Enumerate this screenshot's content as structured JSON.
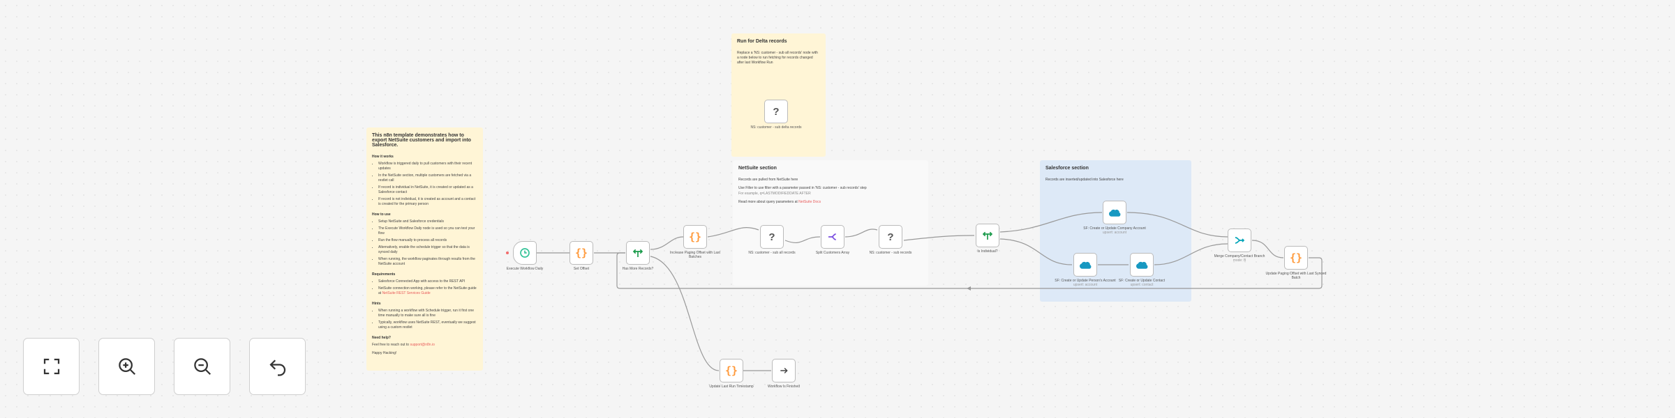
{
  "stickies": {
    "intro": {
      "title": "This n8n template demonstrates how to export NetSuite customers and import into Salesforce.",
      "how_title": "How it works",
      "how": [
        "Workflow is triggered daily to pull customers with their recent updates",
        "In the NetSuite section, multiple customers are fetched via a restlet call",
        "If record is individual in NetSuite, it is created or updated as a Salesforce contact",
        "If record is not individual, it is created as account and a contact is created for the primary person"
      ],
      "setup_title": "How to use",
      "setup": [
        "Setup NetSuite and Salesforce credentials",
        "The Execute Workflow Daily node is used so you can test your flow",
        "Run the flow manually to process all records",
        "Alternatively, enable the schedule trigger so that the data is synced daily",
        "When running, the workflow paginates through results from the NetSuite account"
      ],
      "req_title": "Requirements",
      "req": [
        "Salesforce Connected App with access to the REST API",
        "NetSuite connection working, please refer to the NetSuite guide at"
      ],
      "req_link": "NetSuite REST Services Guide",
      "tips_title": "Hints",
      "tips": [
        "When running a workflow with Schedule trigger, run it first one time manually to make sure all is fine",
        "Typically, workflow uses NetSuite REST, eventually we suggest using a custom restlet"
      ],
      "help_title": "Need help?",
      "help_text": "Feel free to reach out to",
      "help_link": "support@n8n.io",
      "footer": "Happy Hacking!"
    },
    "delta": {
      "title": "Run for Delta records",
      "text": "Replace a 'NS: customer - sub all records' node with a node below to run fetching for records changed after last Workflow Run"
    },
    "netsuite": {
      "title": "NetSuite section",
      "line1": "Records are pulled from NetSuite here",
      "line2": "Use Filter to use filter with a parameter passed in 'NS: customer - sub records' step",
      "line3": "For example, q=LASTMODIFIEDDATE AFTER",
      "line4": "Read more about query parameters at",
      "link": "NetSuite Docs"
    },
    "salesforce": {
      "title": "Salesforce section",
      "text": "Records are inserted/updated into Salesforce here"
    }
  },
  "nodes": [
    {
      "id": "trigger",
      "label": "Execute Workflow Daily",
      "icon": "clock-icon",
      "color": "#35c398"
    },
    {
      "id": "set-offset",
      "label": "Set Offset",
      "icon": "code-braces-icon",
      "color": "#ff9a3c"
    },
    {
      "id": "has-more",
      "label": "Has More Records?",
      "icon": "if-icon",
      "color": "#1a9a4a"
    },
    {
      "id": "increase-offset",
      "label": "Increase Paging Offset with Last Batches",
      "icon": "code-braces-icon",
      "color": "#ff9a3c"
    },
    {
      "id": "ns-customers",
      "label": "NS: customer - sub all records",
      "icon": "question-icon",
      "color": "#555555"
    },
    {
      "id": "split",
      "label": "Split Customers Array",
      "icon": "split-icon",
      "color": "#7b4fe0"
    },
    {
      "id": "ns-customer2",
      "label": "NS: customer - sub records",
      "icon": "question-icon",
      "color": "#555555"
    },
    {
      "id": "is-individual",
      "label": "Is Individual?",
      "icon": "if-icon",
      "color": "#1a9a4a"
    },
    {
      "id": "sf-top",
      "label": "SF: Create or Update Company Account",
      "sub": "upsert: account",
      "icon": "salesforce-icon",
      "color": "#1798c1"
    },
    {
      "id": "sf-b1",
      "label": "SF: Create or Update Person's Account",
      "sub": "upsert: account",
      "icon": "salesforce-icon",
      "color": "#1798c1"
    },
    {
      "id": "sf-b2",
      "label": "SF: Create or Update Contact",
      "sub": "upsert: contact",
      "icon": "salesforce-icon",
      "color": "#1798c1"
    },
    {
      "id": "merge",
      "label": "Merge Company/Contact Branch",
      "sub": "mode: B",
      "icon": "merge-icon",
      "color": "#00a4b8"
    },
    {
      "id": "update-offset",
      "label": "Update Paging Offset with Last Synced Batch",
      "icon": "code-braces-icon",
      "color": "#ff9a3c"
    },
    {
      "id": "delta-node",
      "label": "NS: customer - sub delta records",
      "icon": "question-icon",
      "color": "#555555"
    },
    {
      "id": "update-last",
      "label": "Update Last Run Timestamp",
      "icon": "code-braces-icon",
      "color": "#ff9a3c"
    },
    {
      "id": "end",
      "label": "Workflow Is Finished",
      "icon": "arrow-right-icon",
      "color": "#444444"
    }
  ],
  "controls": [
    {
      "name": "fit-view",
      "icon": "fit-view-icon"
    },
    {
      "name": "zoom-in",
      "icon": "zoom-in-icon"
    },
    {
      "name": "zoom-out",
      "icon": "zoom-out-icon"
    },
    {
      "name": "reset-zoom",
      "icon": "undo-icon"
    }
  ]
}
